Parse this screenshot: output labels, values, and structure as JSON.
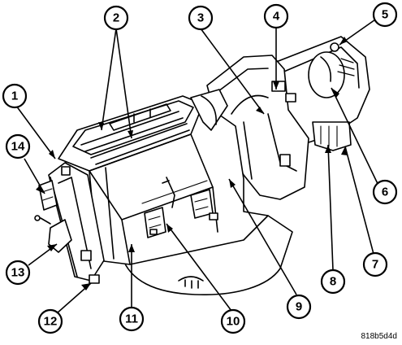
{
  "diagram": {
    "component": "hvac-housing-exploded-view",
    "callouts": [
      {
        "id": "1",
        "label": "1"
      },
      {
        "id": "2",
        "label": "2"
      },
      {
        "id": "3",
        "label": "3"
      },
      {
        "id": "4",
        "label": "4"
      },
      {
        "id": "5",
        "label": "5"
      },
      {
        "id": "6",
        "label": "6"
      },
      {
        "id": "7",
        "label": "7"
      },
      {
        "id": "8",
        "label": "8"
      },
      {
        "id": "9",
        "label": "9"
      },
      {
        "id": "10",
        "label": "10"
      },
      {
        "id": "11",
        "label": "11"
      },
      {
        "id": "12",
        "label": "12"
      },
      {
        "id": "13",
        "label": "13"
      },
      {
        "id": "14",
        "label": "14"
      }
    ],
    "figure_code": "818b5d4d"
  }
}
